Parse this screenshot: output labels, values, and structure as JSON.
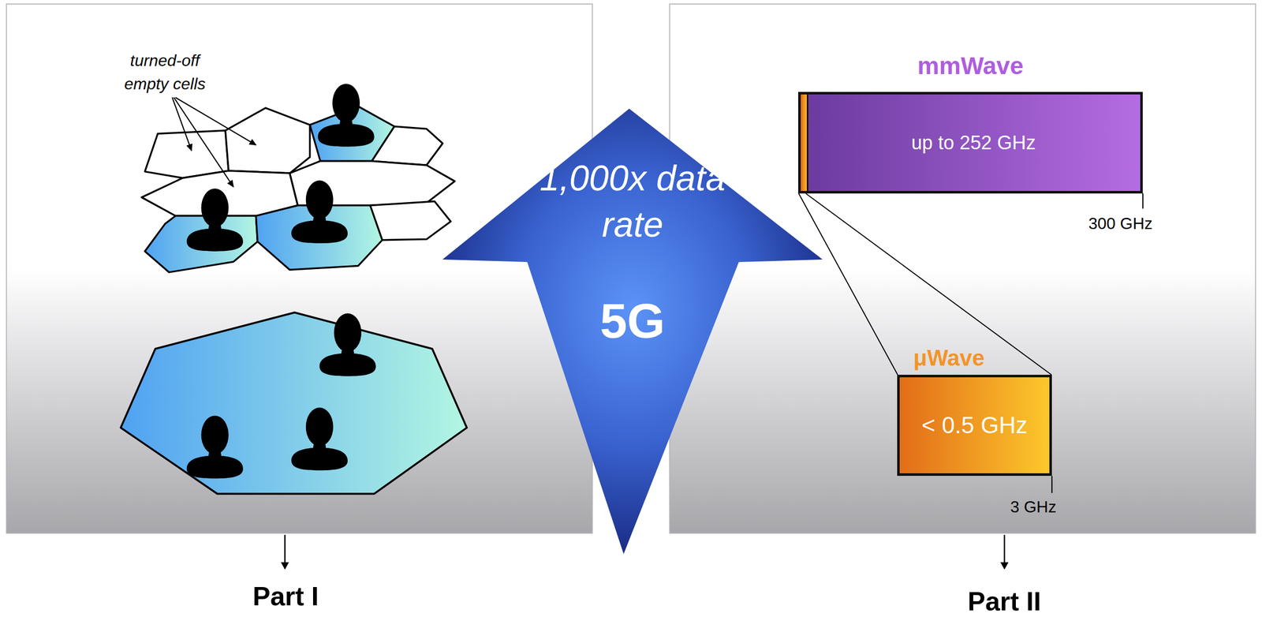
{
  "diagram": {
    "nodes": [
      {
        "text": [
          "1,000x data rate",
          "5G"
        ]
      },
      {
        "text": [
          "mmWave",
          "up to 252 GHz"
        ]
      },
      {
        "text": [
          "μWave",
          "< 0.5 GHz"
        ]
      }
    ],
    "edges": [
      {
        "from": 1,
        "to": 2,
        "arrow": "none"
      }
    ],
    "labels": [
      "turned-off empty cells",
      "Part I",
      "300 GHz",
      "3 GHz",
      "Part II"
    ]
  }
}
